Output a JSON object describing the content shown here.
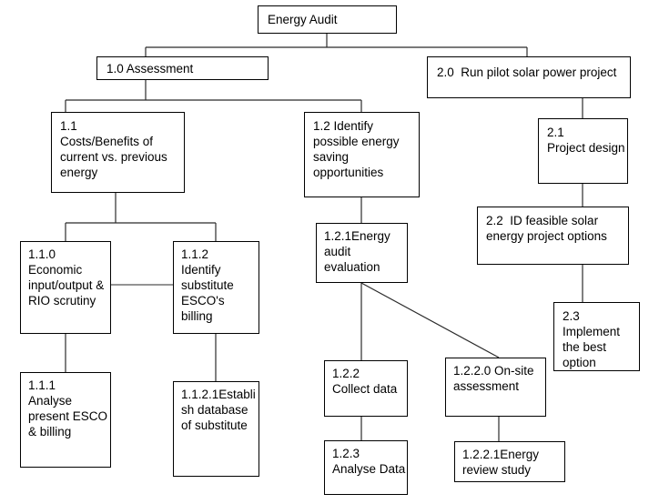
{
  "diagram": {
    "title": "Energy Audit",
    "type": "work-breakdown-structure",
    "nodes": {
      "root": {
        "id": "0",
        "text": "Energy Audit"
      },
      "n10": {
        "id": "1.0",
        "text": "1.0 Assessment"
      },
      "n20": {
        "id": "2.0",
        "text": "2.0  Run pilot solar power project"
      },
      "n11": {
        "id": "1.1",
        "text": "1.1\nCosts/Benefits of current vs. previous energy"
      },
      "n12": {
        "id": "1.2",
        "text": "1.2 Identify possible energy saving opportunities"
      },
      "n21": {
        "id": "2.1",
        "text": "2.1\nProject design"
      },
      "n22": {
        "id": "2.2",
        "text": "2.2  ID feasible solar energy project options"
      },
      "n23": {
        "id": "2.3",
        "text": "2.3\nImplement the best option"
      },
      "n110": {
        "id": "1.1.0",
        "text": "1.1.0\nEconomic input/output & RIO scrutiny"
      },
      "n112": {
        "id": "1.1.2",
        "text": "1.1.2\nIdentify substitute ESCO's billing"
      },
      "n111": {
        "id": "1.1.1",
        "text": "1.1.1\nAnalyse present ESCO & billing"
      },
      "n1121": {
        "id": "1.1.2.1",
        "text": "1.1.2.1Establish database of substitute"
      },
      "n121": {
        "id": "1.2.1",
        "text": "1.2.1Energy audit evaluation"
      },
      "n122": {
        "id": "1.2.2",
        "text": "1.2.2\nCollect data"
      },
      "n123": {
        "id": "1.2.3",
        "text": "1.2.3\nAnalyse Data"
      },
      "n1220": {
        "id": "1.2.2.0",
        "text": "1.2.2.0 On-site assessment"
      },
      "n1221": {
        "id": "1.2.2.1",
        "text": "1.2.2.1Energy review study"
      }
    },
    "colors": {
      "background": "#ffffff",
      "box_border": "#000000",
      "text": "#000000",
      "connector": "#2b2b2b"
    }
  }
}
